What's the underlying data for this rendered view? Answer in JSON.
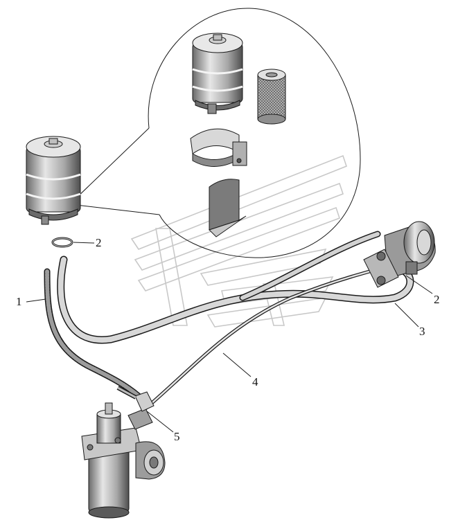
{
  "callouts": [
    {
      "id": "c1",
      "text": "1"
    },
    {
      "id": "c2a",
      "text": "2"
    },
    {
      "id": "c2b",
      "text": "2"
    },
    {
      "id": "c3",
      "text": "3"
    },
    {
      "id": "c4",
      "text": "4"
    },
    {
      "id": "c5",
      "text": "5"
    }
  ],
  "colors": {
    "line": "#1a1a1a",
    "part_light": "#dcdcdc",
    "part_mid": "#9a9a9a",
    "part_dark": "#5a5a5a",
    "watermark": "#c8c8c8"
  }
}
